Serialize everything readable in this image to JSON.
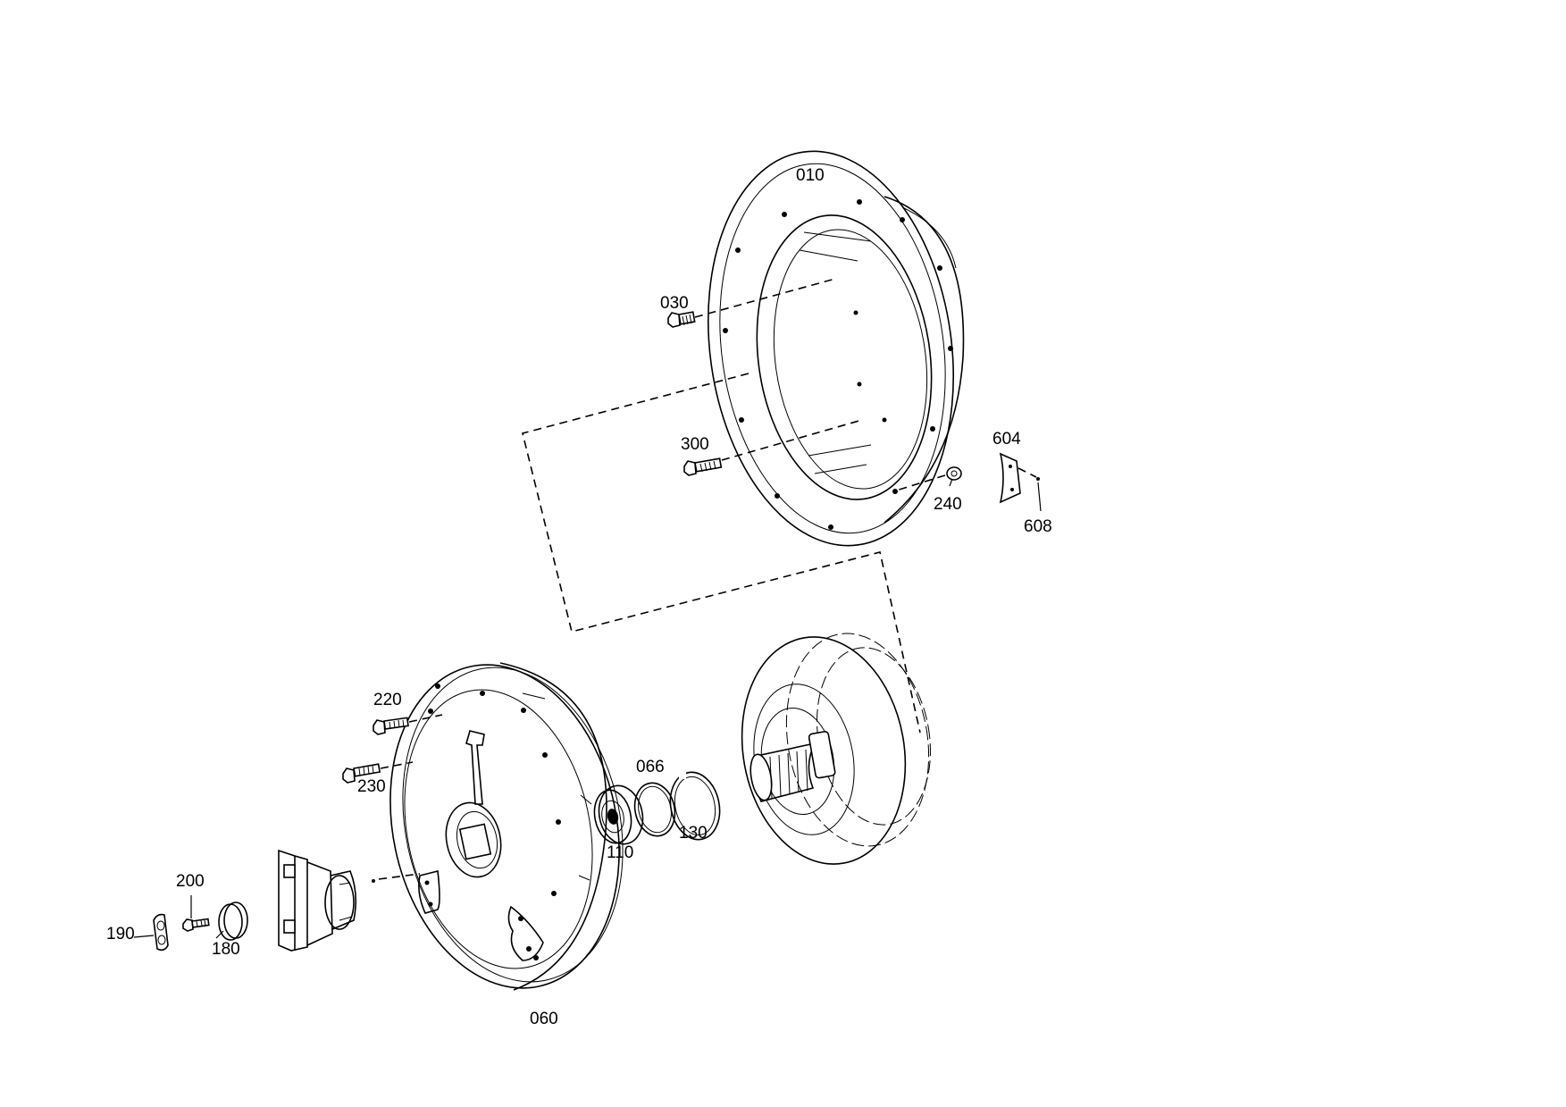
{
  "diagram": {
    "type": "exploded-parts-drawing",
    "part_numbers": {
      "p010": "010",
      "p030": "030",
      "p300": "300",
      "p604": "604",
      "p240": "240",
      "p608": "608",
      "p220": "220",
      "p230": "230",
      "p066": "066",
      "p130": "130",
      "p110": "110",
      "p200": "200",
      "p190": "190",
      "p180": "180",
      "p060": "060"
    }
  }
}
